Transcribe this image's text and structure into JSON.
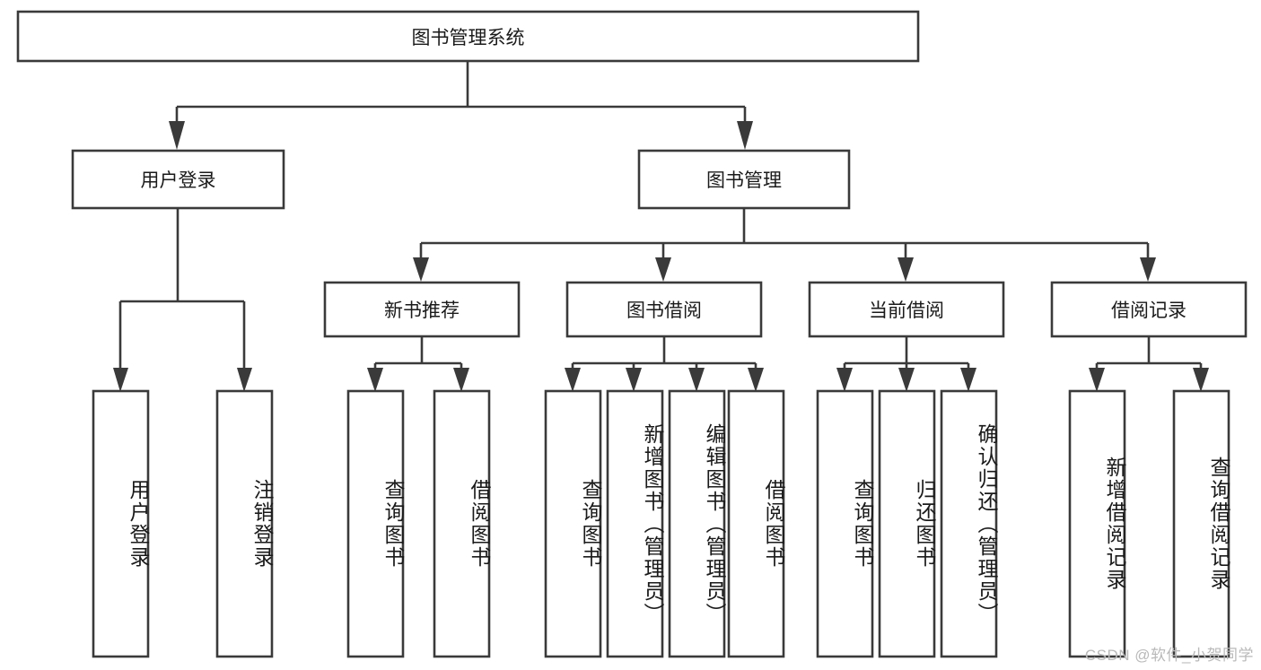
{
  "diagram": {
    "type": "tree-hierarchy",
    "title": "图书管理系统",
    "watermark": "CSDN @软件_小贺同学",
    "colors": {
      "stroke": "#3a3a3a",
      "fill": "#ffffff",
      "text": "#1a1a1a",
      "watermark": "#b9b9b9",
      "background": "#ffffff"
    },
    "root": {
      "id": "root",
      "label": "图书管理系统",
      "orientation": "horizontal"
    },
    "level2": [
      {
        "id": "user-login",
        "label": "用户登录",
        "orientation": "horizontal"
      },
      {
        "id": "book-manage",
        "label": "图书管理",
        "orientation": "horizontal"
      }
    ],
    "level3": [
      {
        "id": "new-book-rec",
        "label": "新书推荐",
        "orientation": "horizontal",
        "parent": "book-manage"
      },
      {
        "id": "book-borrow",
        "label": "图书借阅",
        "orientation": "horizontal",
        "parent": "book-manage"
      },
      {
        "id": "current-borrow",
        "label": "当前借阅",
        "orientation": "horizontal",
        "parent": "book-manage"
      },
      {
        "id": "borrow-record",
        "label": "借阅记录",
        "orientation": "horizontal",
        "parent": "book-manage"
      }
    ],
    "leaves": [
      {
        "id": "leaf-user-login",
        "label": "用户登录",
        "orientation": "vertical",
        "parent": "user-login"
      },
      {
        "id": "leaf-logout-login",
        "label": "注销登录",
        "orientation": "vertical",
        "parent": "user-login"
      },
      {
        "id": "leaf-query-book-1",
        "label": "查询图书",
        "orientation": "vertical",
        "parent": "new-book-rec"
      },
      {
        "id": "leaf-borrow-book-1",
        "label": "借阅图书",
        "orientation": "vertical",
        "parent": "new-book-rec"
      },
      {
        "id": "leaf-query-book-2",
        "label": "查询图书",
        "orientation": "vertical",
        "parent": "book-borrow"
      },
      {
        "id": "leaf-add-book",
        "label": "新增图书（管理员）",
        "orientation": "vertical",
        "parent": "book-borrow"
      },
      {
        "id": "leaf-edit-book",
        "label": "编辑图书（管理员）",
        "orientation": "vertical",
        "parent": "book-borrow"
      },
      {
        "id": "leaf-borrow-book-2",
        "label": "借阅图书",
        "orientation": "vertical",
        "parent": "book-borrow"
      },
      {
        "id": "leaf-query-book-3",
        "label": "查询图书",
        "orientation": "vertical",
        "parent": "current-borrow"
      },
      {
        "id": "leaf-return-book",
        "label": "归还图书",
        "orientation": "vertical",
        "parent": "current-borrow"
      },
      {
        "id": "leaf-confirm-return",
        "label": "确认归还（管理员）",
        "orientation": "vertical",
        "parent": "current-borrow"
      },
      {
        "id": "leaf-add-record",
        "label": "新增借阅记录",
        "orientation": "vertical",
        "parent": "borrow-record"
      },
      {
        "id": "leaf-query-record",
        "label": "查询借阅记录",
        "orientation": "vertical",
        "parent": "borrow-record"
      }
    ]
  }
}
